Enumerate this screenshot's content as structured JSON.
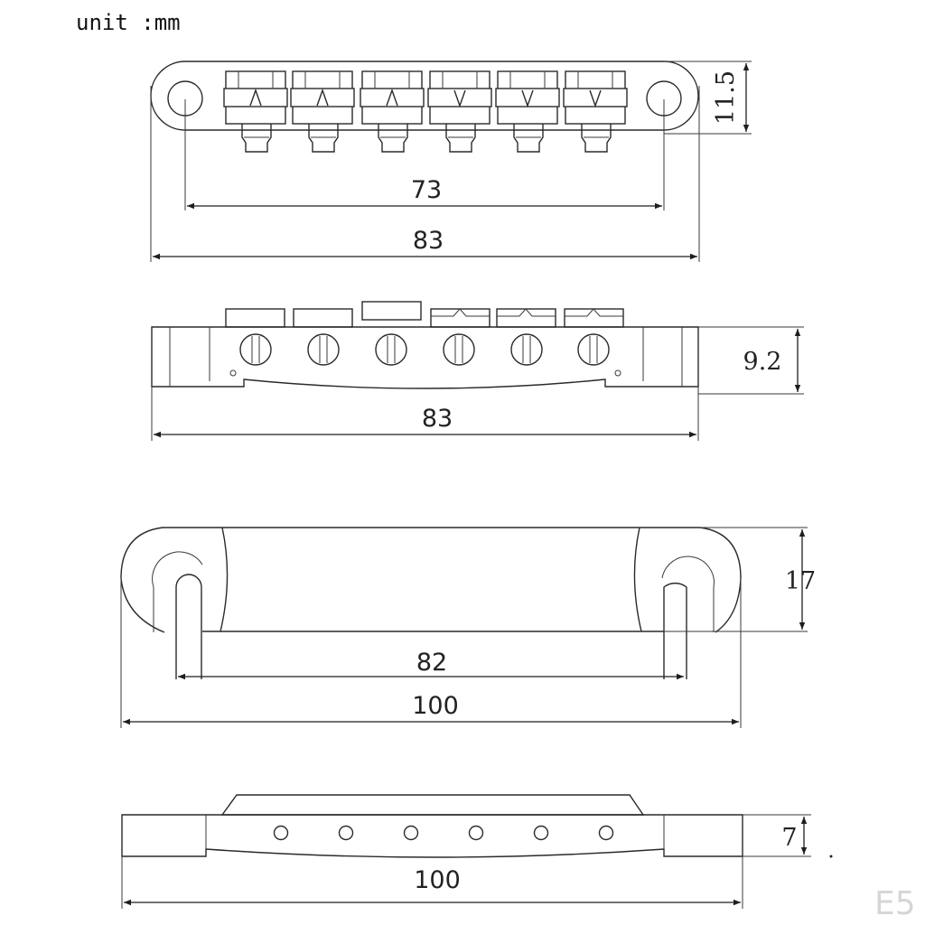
{
  "unit_label": "unit :mm",
  "watermark": "E5",
  "views": {
    "bridge_top": {
      "width_inner": "73",
      "width_outer": "83",
      "height": "11.5"
    },
    "bridge_front": {
      "width": "83",
      "height": "9.2"
    },
    "tailpiece_top": {
      "width_inner": "82",
      "width_outer": "100",
      "depth": "17"
    },
    "tailpiece_front": {
      "width": "100",
      "height": "7"
    }
  }
}
